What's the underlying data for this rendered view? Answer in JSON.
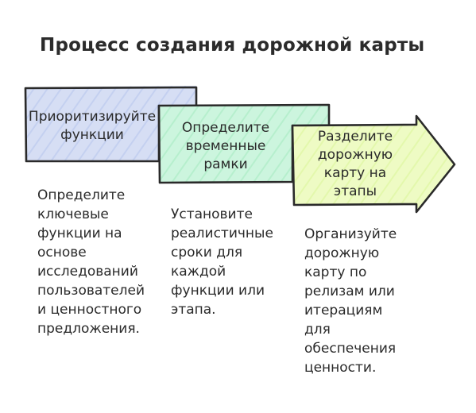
{
  "title": "Процесс создания дорожной карты",
  "steps": [
    {
      "label_lines": [
        "Приоритизируйте",
        "функции"
      ],
      "fill": "#d6def4",
      "description_lines": [
        "Определите",
        "ключевые",
        "функции на",
        "основе",
        "исследований",
        "пользователей",
        "и ценностного",
        "предложения."
      ]
    },
    {
      "label_lines": [
        "Определите",
        "временные",
        "рамки"
      ],
      "fill": "#ccf5de",
      "description_lines": [
        "Установите",
        "реалистичные",
        "сроки для",
        "каждой",
        "функции или",
        "этапа."
      ]
    },
    {
      "label_lines": [
        "Разделите",
        "дорожную",
        "карту на",
        "этапы"
      ],
      "fill": "#eefbc4",
      "description_lines": [
        "Организуйте",
        "дорожную",
        "карту по",
        "релизам или",
        "итерациям",
        "для",
        "обеспечения",
        "ценности."
      ]
    }
  ],
  "colors": {
    "stroke": "#2a2a2a",
    "text": "#2a2a2a"
  }
}
